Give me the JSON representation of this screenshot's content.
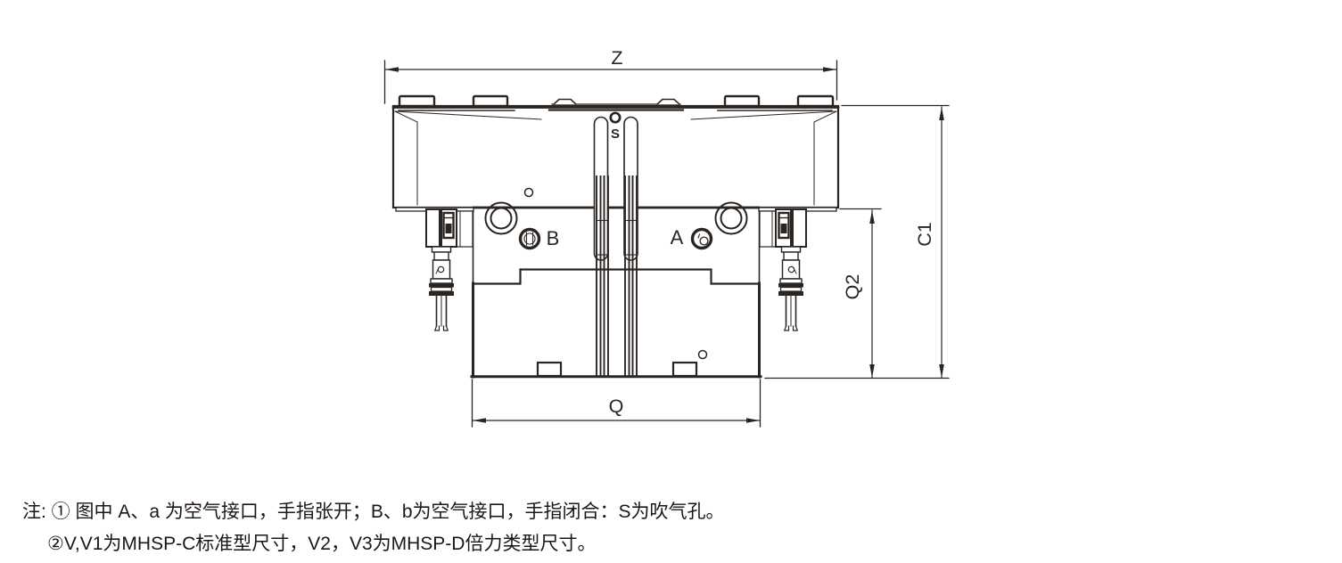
{
  "drawing": {
    "type": "pneumatic-gripper-dimension-drawing",
    "dimension_labels": {
      "overall_width_top": "Z",
      "overall_height_right": "C1",
      "lower_height_inner": "Q2",
      "lower_width_bottom": "Q"
    },
    "feature_labels": {
      "open_air_port": "A",
      "close_air_port": "B",
      "blow_hole": "S"
    }
  },
  "notes": {
    "line1": "注: ① 图中 A、a 为空气接口，手指张开；B、b为空气接口，手指闭合：S为吹气孔。",
    "line2": "②V,V1为MHSP-C标准型尺寸，V2，V3为MHSP-D倍力类型尺寸。"
  },
  "colors": {
    "line": "#2b2522",
    "text": "#1c1714",
    "background": "#ffffff"
  }
}
